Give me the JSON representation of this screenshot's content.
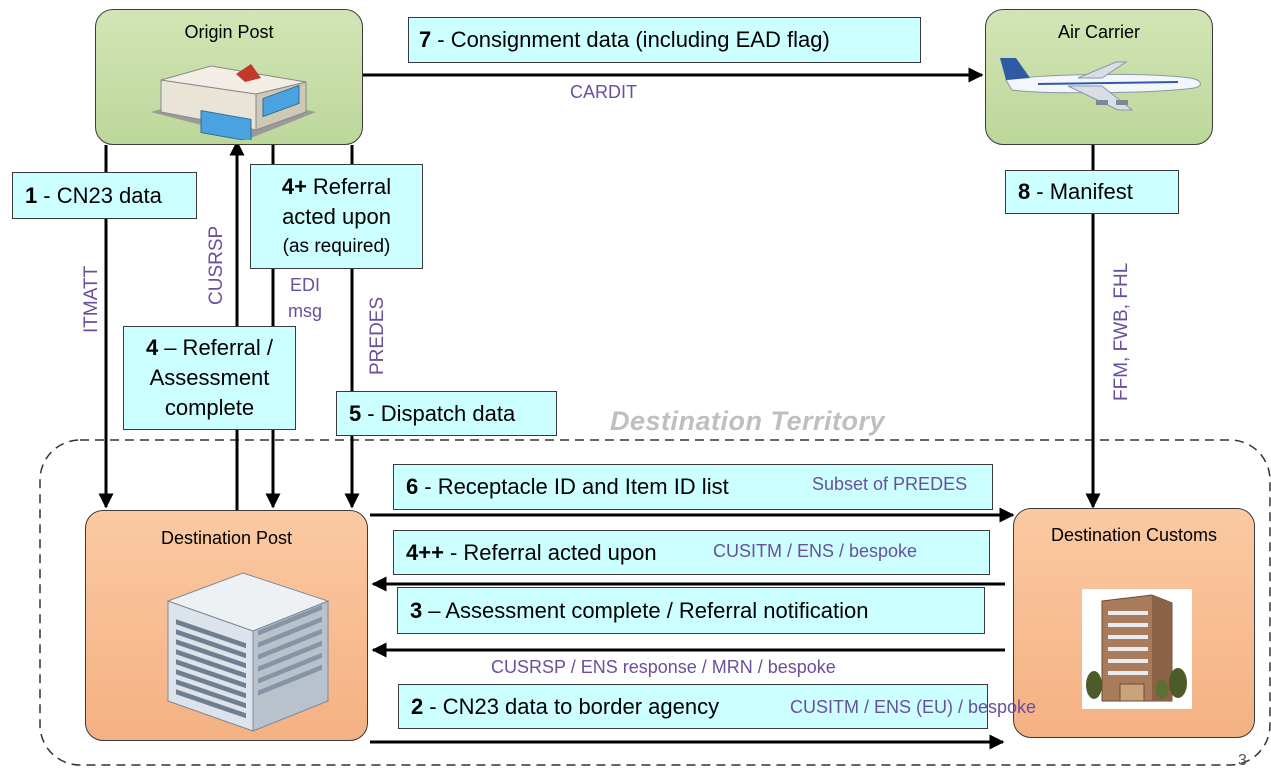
{
  "nodes": {
    "origin_post": "Origin Post",
    "air_carrier": "Air Carrier",
    "destination_post": "Destination Post",
    "destination_customs": "Destination Customs"
  },
  "region_label": "Destination Territory",
  "steps": {
    "s1": {
      "num": "1",
      "text": "- CN23 data"
    },
    "s2": {
      "num": "2",
      "text": "- CN23 data to border agency",
      "protocol": "CUSITM / ENS (EU) / bespoke"
    },
    "s3": {
      "num": "3",
      "text": "– Assessment complete / Referral notification",
      "protocol": "CUSRSP / ENS response / MRN / bespoke"
    },
    "s4": {
      "num": "4",
      "line1": "– Referral /",
      "line2": "Assessment",
      "line3": "complete"
    },
    "s4plus": {
      "num": "4+",
      "line1": "Referral",
      "line2": "acted upon",
      "line3": "(as required)"
    },
    "s4plusplus": {
      "num": "4++",
      "text": "- Referral acted upon",
      "protocol": "CUSITM / ENS / bespoke"
    },
    "s5": {
      "num": "5",
      "text": "- Dispatch data"
    },
    "s6": {
      "num": "6",
      "text": "- Receptacle ID and Item ID list",
      "protocol": "Subset of PREDES"
    },
    "s7": {
      "num": "7",
      "text": "- Consignment data (including EAD flag)",
      "protocol": "CARDIT"
    },
    "s8": {
      "num": "8",
      "text": "- Manifest"
    }
  },
  "vertical_labels": {
    "itmatt": "ITMATT",
    "cusrsp": "CUSRSP",
    "predes": "PREDES",
    "ffm": "FFM, FWB, FHL"
  },
  "edi_msg": {
    "line1": "EDI",
    "line2": "msg"
  },
  "page_number": "3",
  "colors": {
    "label_box": "#ccffff",
    "green_node": "#c5dda6",
    "orange_node": "#f4b183",
    "protocol_text": "#6a4f9c"
  }
}
